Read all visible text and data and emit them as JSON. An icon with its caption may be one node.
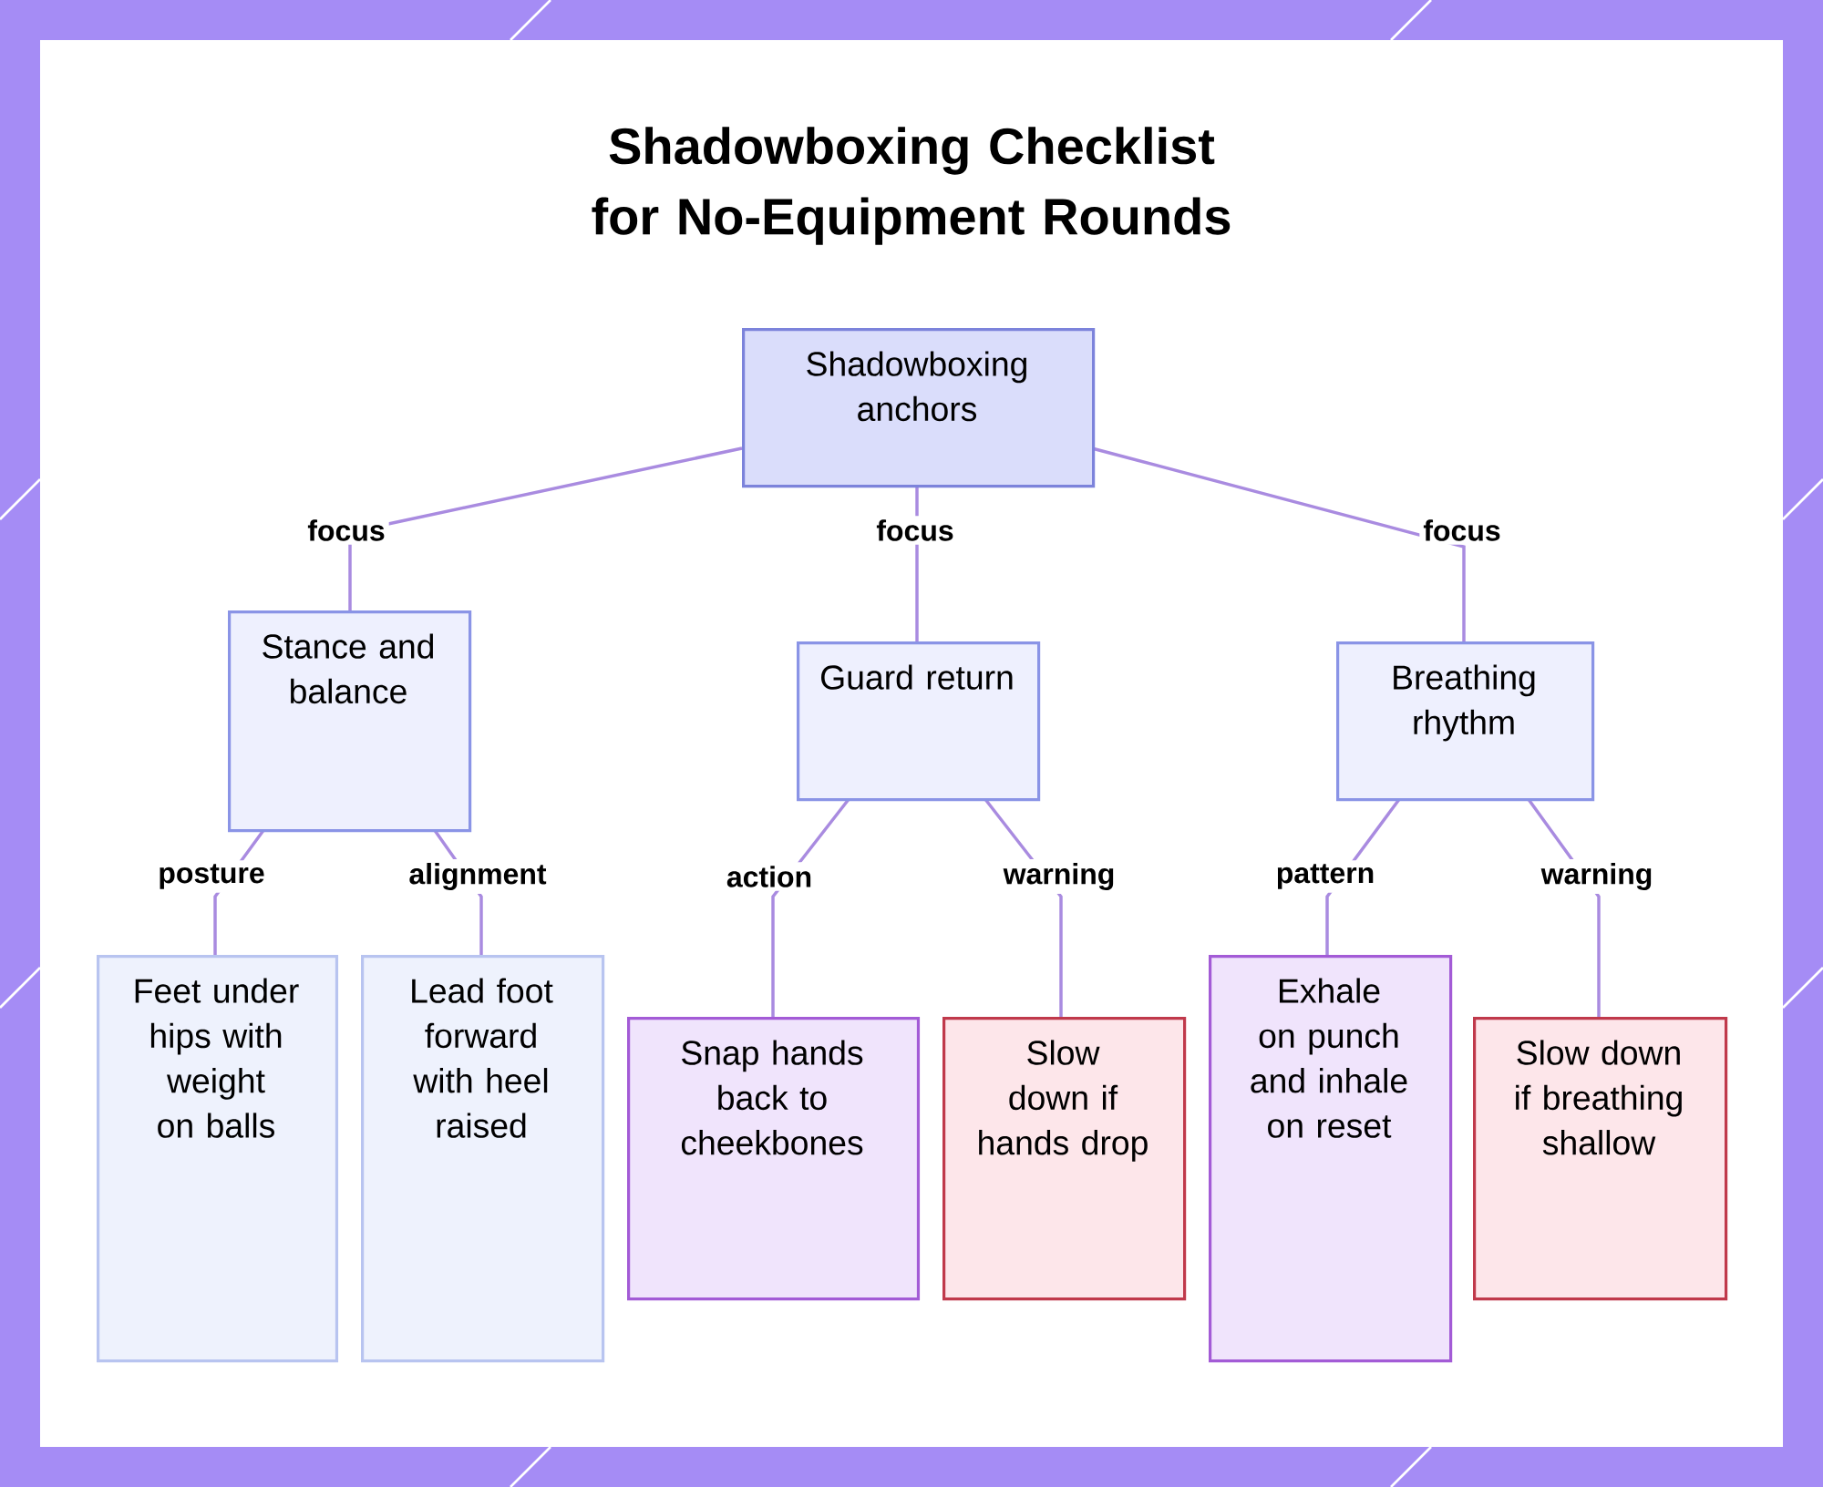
{
  "diagram": {
    "title": "Shadowboxing Checklist for No-Equipment Rounds",
    "nodes": [
      {
        "text": [
          "Shadowboxing anchors"
        ]
      },
      {
        "text": [
          "Stance and balance"
        ]
      },
      {
        "text": [
          "Guard return"
        ]
      },
      {
        "text": [
          "Breathing rhythm"
        ]
      },
      {
        "text": [
          "Feet under hips with weight on balls"
        ]
      },
      {
        "text": [
          "Lead foot forward with heel raised"
        ]
      },
      {
        "text": [
          "Snap hands back to cheekbones"
        ]
      },
      {
        "text": [
          "Slow down if hands drop"
        ]
      },
      {
        "text": [
          "Exhale on punch and inhale on reset"
        ]
      },
      {
        "text": [
          "Slow down if breathing shallow"
        ]
      }
    ],
    "edges": [
      {
        "from": 0,
        "to": 1,
        "arrow": "none",
        "label": "focus"
      },
      {
        "from": 0,
        "to": 2,
        "arrow": "none",
        "label": "focus"
      },
      {
        "from": 0,
        "to": 3,
        "arrow": "none",
        "label": "focus"
      },
      {
        "from": 1,
        "to": 4,
        "arrow": "none",
        "label": "posture"
      },
      {
        "from": 1,
        "to": 5,
        "arrow": "none",
        "label": "alignment"
      },
      {
        "from": 2,
        "to": 6,
        "arrow": "none",
        "label": "action"
      },
      {
        "from": 2,
        "to": 7,
        "arrow": "none",
        "label": "warning"
      },
      {
        "from": 3,
        "to": 8,
        "arrow": "none",
        "label": "pattern"
      },
      {
        "from": 3,
        "to": 9,
        "arrow": "none",
        "label": "warning"
      }
    ]
  }
}
